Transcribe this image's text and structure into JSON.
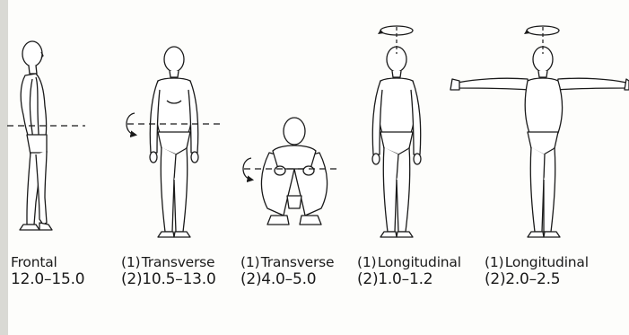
{
  "panels": [
    {
      "id": "frontal",
      "axis": "Frontal",
      "range": "12.0–15.0"
    },
    {
      "id": "transverse-1",
      "marker1": "(1)",
      "axis": "Transverse",
      "marker2": "(2)",
      "range": "10.5–13.0"
    },
    {
      "id": "transverse-2",
      "marker1": "(1)",
      "axis": "Transverse",
      "marker2": "(2)",
      "range": "4.0–5.0"
    },
    {
      "id": "longitudinal-1",
      "marker1": "(1)",
      "axis": "Longitudinal",
      "marker2": "(2)",
      "range": "1.0–1.2"
    },
    {
      "id": "longitudinal-2",
      "marker1": "(1)",
      "axis": "Longitudinal",
      "marker2": "(2)",
      "range": "2.0–2.5"
    }
  ],
  "colors": {
    "ink": "#1a1a1a",
    "background": "#fdfdfb",
    "skin": "#ffffff"
  }
}
